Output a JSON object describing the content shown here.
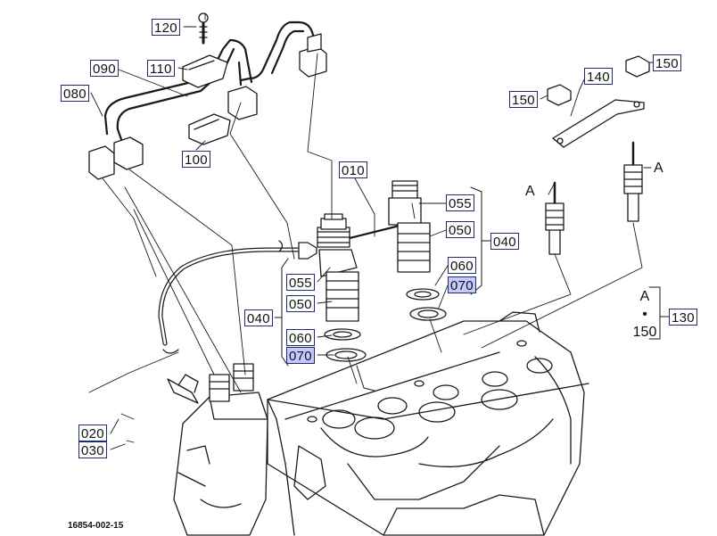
{
  "diagram_id": "16854-002-15",
  "highlight_color": "#c4c9ff",
  "border_color": "#1f2d6b",
  "callouts": {
    "c120": "120",
    "c110": "110",
    "c090": "090",
    "c080": "080",
    "c100": "100",
    "c010": "010",
    "c055_right": "055",
    "c050_right": "050",
    "c040_right": "040",
    "c060_right": "060",
    "c070_right": "070",
    "c055_left": "055",
    "c050_left": "050",
    "c040_left": "040",
    "c060_left": "060",
    "c070_left": "070",
    "c020": "020",
    "c030": "030",
    "c140": "140",
    "c150_top": "150",
    "c150_nut": "150",
    "c130": "130"
  },
  "ref_letters": {
    "plug_left": "A",
    "plug_right": "A"
  },
  "group_note": {
    "letter": "A",
    "dot": "•",
    "number": "150"
  }
}
